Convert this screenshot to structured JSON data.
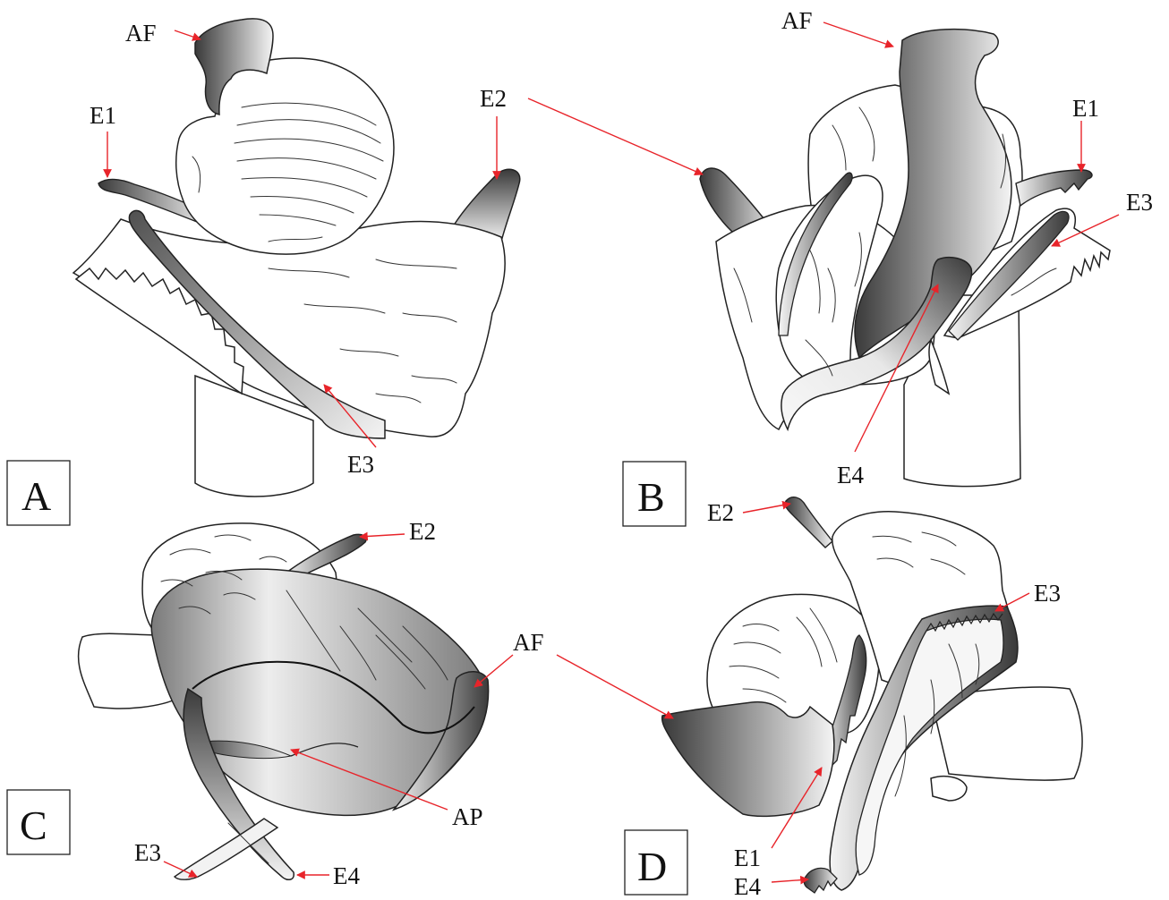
{
  "panels": [
    {
      "id": "A",
      "label": "A"
    },
    {
      "id": "B",
      "label": "B"
    },
    {
      "id": "C",
      "label": "C"
    },
    {
      "id": "D",
      "label": "D"
    }
  ],
  "annotations": {
    "A": {
      "AF": "AF",
      "E1": "E1",
      "E2": "E2",
      "E3": "E3"
    },
    "B": {
      "AF": "AF",
      "E1": "E1",
      "E3": "E3",
      "E4": "E4"
    },
    "C": {
      "E2": "E2",
      "AF": "AF",
      "AP": "AP",
      "E3": "E3",
      "E4": "E4"
    },
    "D": {
      "E2": "E2",
      "E3": "E3",
      "E1": "E1",
      "E4": "E4"
    }
  },
  "colors": {
    "arrow": "#e8242a",
    "structure_dark": "#3a3a3a",
    "structure_light": "#f2f2f2",
    "outline": "#222222"
  }
}
